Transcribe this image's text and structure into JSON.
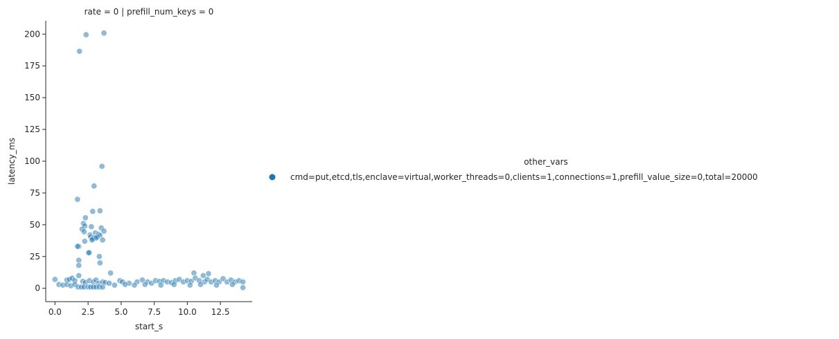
{
  "chart_data": {
    "type": "scatter",
    "title": "rate = 0 | prefill_num_keys = 0",
    "xlabel": "start_s",
    "ylabel": "latency_ms",
    "xlim": [
      -0.7,
      14.9
    ],
    "ylim": [
      -10.5,
      210.5
    ],
    "xticks": [
      0.0,
      2.5,
      5.0,
      7.5,
      10.0,
      12.5
    ],
    "xtick_labels": [
      "0.0",
      "2.5",
      "5.0",
      "7.5",
      "10.0",
      "12.5"
    ],
    "yticks": [
      0,
      25,
      50,
      75,
      100,
      125,
      150,
      175,
      200
    ],
    "ytick_labels": [
      "0",
      "25",
      "50",
      "75",
      "100",
      "125",
      "150",
      "175",
      "200"
    ],
    "grid": false,
    "legend": {
      "title": "other_vars",
      "position": "right",
      "entries": [
        "cmd=put,etcd,tls,enclave=virtual,worker_threads=0,clients=1,connections=1,prefill_value_size=0,total=20000"
      ]
    },
    "colors": {
      "series": "#1f77b4",
      "text": "#262626",
      "axis": "#262626"
    },
    "series": [
      {
        "name": "cmd=put,etcd,tls,enclave=virtual,worker_threads=0,clients=1,connections=1,prefill_value_size=0,total=20000",
        "points": [
          [
            2.35,
            199.5
          ],
          [
            3.7,
            200.8
          ],
          [
            1.85,
            186.5
          ],
          [
            3.55,
            96.0
          ],
          [
            2.95,
            80.5
          ],
          [
            1.7,
            70.0
          ],
          [
            3.4,
            61.0
          ],
          [
            2.85,
            60.5
          ],
          [
            2.3,
            55.5
          ],
          [
            2.15,
            51.0
          ],
          [
            2.25,
            49.0
          ],
          [
            2.75,
            48.5
          ],
          [
            3.5,
            47.5
          ],
          [
            2.05,
            46.5
          ],
          [
            3.7,
            45.0
          ],
          [
            2.2,
            44.5
          ],
          [
            3.05,
            43.5
          ],
          [
            2.65,
            42.0
          ],
          [
            3.3,
            42.5
          ],
          [
            3.4,
            41.5
          ],
          [
            2.7,
            40.5
          ],
          [
            2.95,
            40.0
          ],
          [
            3.2,
            40.5
          ],
          [
            2.85,
            39.0
          ],
          [
            3.1,
            39.5
          ],
          [
            2.8,
            38.0
          ],
          [
            3.6,
            38.0
          ],
          [
            2.25,
            37.0
          ],
          [
            1.8,
            33.0
          ],
          [
            1.7,
            33.0
          ],
          [
            2.6,
            28.0
          ],
          [
            2.55,
            28.0
          ],
          [
            3.35,
            25.0
          ],
          [
            1.8,
            22.0
          ],
          [
            4.2,
            12.0
          ],
          [
            3.4,
            20.0
          ],
          [
            1.8,
            18.0
          ],
          [
            1.8,
            10.0
          ],
          [
            10.5,
            12.0
          ],
          [
            11.6,
            11.5
          ],
          [
            11.2,
            10.0
          ],
          [
            0.0,
            7.0
          ],
          [
            0.9,
            6.5
          ],
          [
            1.1,
            7.0
          ],
          [
            1.3,
            8.0
          ],
          [
            1.5,
            6.0
          ],
          [
            2.1,
            5.5
          ],
          [
            2.3,
            4.5
          ],
          [
            2.6,
            6.0
          ],
          [
            2.9,
            5.0
          ],
          [
            3.1,
            6.5
          ],
          [
            3.3,
            4.0
          ],
          [
            3.6,
            5.0
          ],
          [
            3.8,
            4.5
          ],
          [
            4.1,
            4.0
          ],
          [
            4.9,
            6.0
          ],
          [
            5.1,
            5.0
          ],
          [
            5.6,
            4.0
          ],
          [
            6.2,
            5.0
          ],
          [
            6.6,
            6.5
          ],
          [
            7.0,
            5.0
          ],
          [
            7.3,
            4.0
          ],
          [
            7.6,
            6.0
          ],
          [
            7.9,
            5.5
          ],
          [
            8.2,
            6.0
          ],
          [
            8.5,
            5.0
          ],
          [
            8.8,
            4.5
          ],
          [
            9.1,
            6.0
          ],
          [
            9.4,
            7.0
          ],
          [
            9.7,
            5.0
          ],
          [
            10.0,
            6.0
          ],
          [
            10.3,
            5.5
          ],
          [
            10.6,
            8.0
          ],
          [
            10.9,
            6.0
          ],
          [
            11.3,
            5.0
          ],
          [
            11.5,
            7.0
          ],
          [
            11.8,
            5.0
          ],
          [
            12.1,
            6.0
          ],
          [
            12.4,
            5.0
          ],
          [
            12.7,
            7.5
          ],
          [
            13.0,
            5.0
          ],
          [
            13.3,
            6.5
          ],
          [
            13.6,
            5.0
          ],
          [
            13.9,
            6.0
          ],
          [
            14.2,
            5.0
          ],
          [
            0.3,
            3.0
          ],
          [
            0.6,
            2.5
          ],
          [
            0.9,
            3.0
          ],
          [
            1.2,
            2.0
          ],
          [
            1.5,
            3.0
          ],
          [
            4.5,
            2.5
          ],
          [
            5.3,
            3.0
          ],
          [
            6.0,
            2.5
          ],
          [
            6.8,
            3.0
          ],
          [
            8.0,
            2.5
          ],
          [
            9.0,
            3.0
          ],
          [
            10.2,
            2.5
          ],
          [
            11.0,
            3.0
          ],
          [
            12.2,
            2.5
          ],
          [
            13.4,
            3.0
          ],
          [
            1.75,
            1.0
          ],
          [
            2.0,
            1.0
          ],
          [
            2.2,
            1.0
          ],
          [
            2.5,
            1.0
          ],
          [
            2.7,
            1.0
          ],
          [
            2.9,
            1.0
          ],
          [
            3.1,
            1.0
          ],
          [
            3.35,
            1.0
          ],
          [
            3.6,
            1.0
          ],
          [
            14.2,
            0.5
          ]
        ]
      }
    ]
  }
}
